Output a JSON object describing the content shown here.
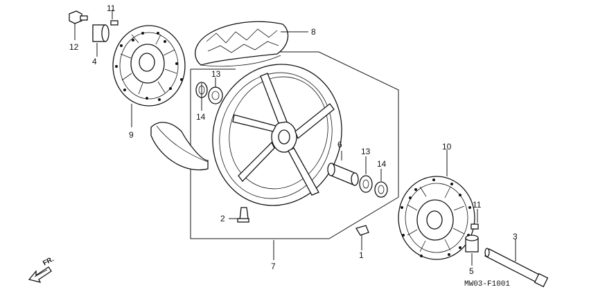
{
  "diagram": {
    "callouts": [
      {
        "id": "c1",
        "text": "1"
      },
      {
        "id": "c2",
        "text": "2"
      },
      {
        "id": "c3",
        "text": "3"
      },
      {
        "id": "c4",
        "text": "4"
      },
      {
        "id": "c5",
        "text": "5"
      },
      {
        "id": "c6",
        "text": "6"
      },
      {
        "id": "c7",
        "text": "7"
      },
      {
        "id": "c8",
        "text": "8"
      },
      {
        "id": "c9",
        "text": "9"
      },
      {
        "id": "c10",
        "text": "10"
      },
      {
        "id": "c11a",
        "text": "11"
      },
      {
        "id": "c11b",
        "text": "11"
      },
      {
        "id": "c12",
        "text": "12"
      },
      {
        "id": "c13a",
        "text": "13"
      },
      {
        "id": "c13b",
        "text": "13"
      },
      {
        "id": "c14a",
        "text": "14"
      },
      {
        "id": "c14b",
        "text": "14"
      }
    ],
    "direction_label": "FR.",
    "drawing_code": "MW03-F1001"
  }
}
